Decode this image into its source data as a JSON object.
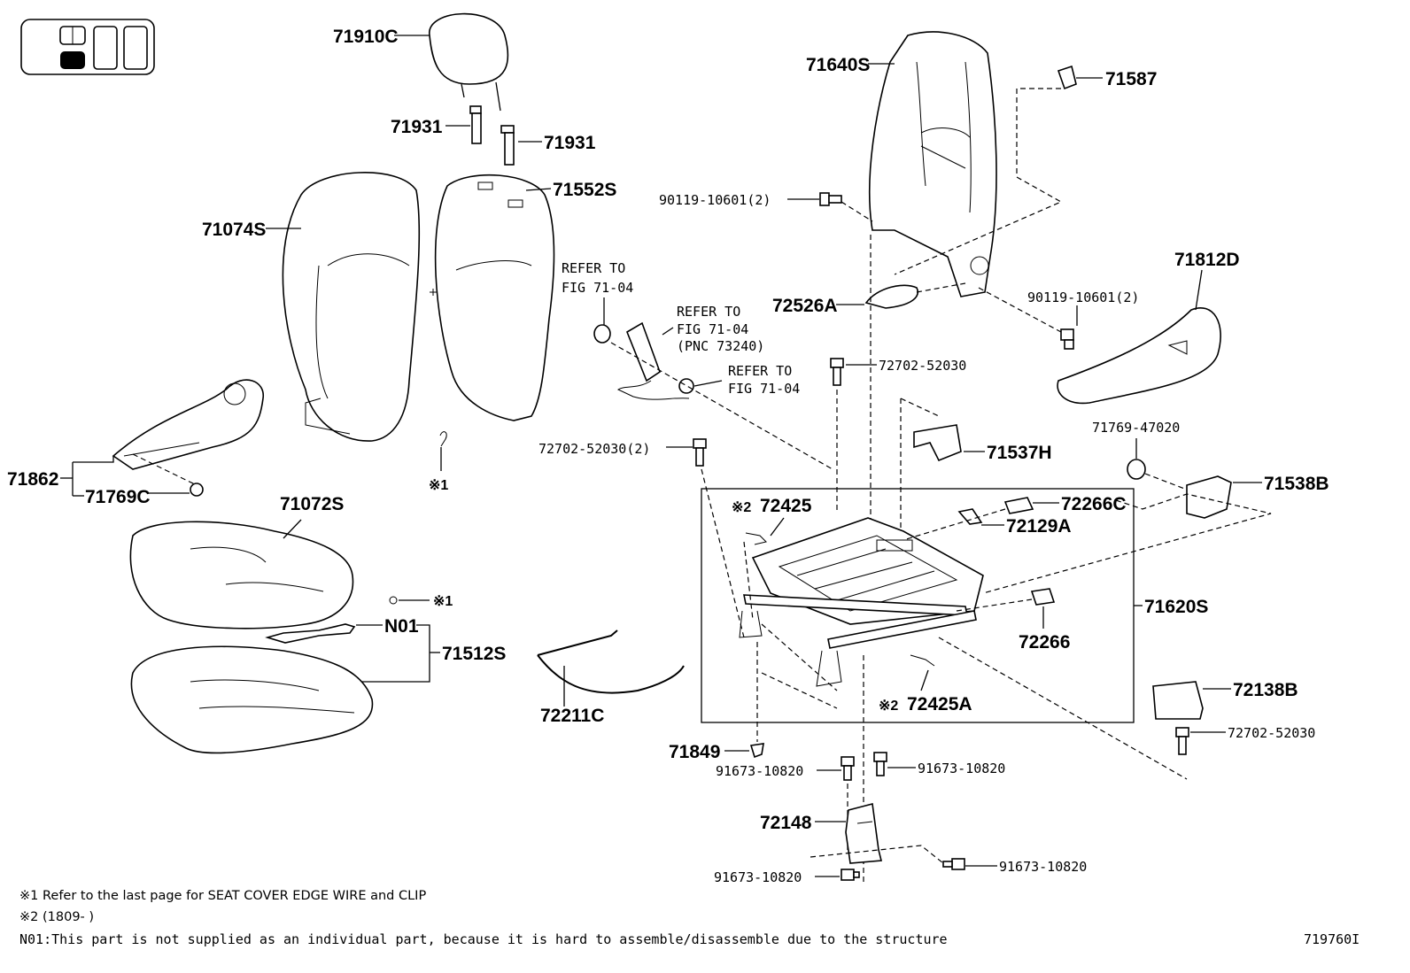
{
  "labels": {
    "headrest": "71910C",
    "support_left": "71931",
    "support_right": "71931",
    "back_cover": "71074S",
    "back_pad": "71552S",
    "seat_cushion_cover": "71072S",
    "side_shield": "71862",
    "clip_side": "71769C",
    "cushion_pad": "71512S",
    "n01": "N01",
    "edge_wire": "72211C",
    "back_frame": "71640S",
    "lock_cover": "71587",
    "bolt_back_upper": "90119-10601(2)",
    "bolt_back_lower": "90119-10601(2)",
    "recliner_cover": "71812D",
    "knob": "72526A",
    "bolt_72702_a": "72702-52030",
    "bolt_72702_b": "72702-52030(2)",
    "bolt_72702_c": "72702-52030",
    "clip_71769": "71769-47020",
    "bracket_71537": "71537H",
    "bracket_71538": "71538B",
    "spring_72425": "72425",
    "spring_72425a": "72425A",
    "hook_72266c": "72266C",
    "hook_72129a": "72129A",
    "hook_72266": "72266",
    "frame_assy": "71620S",
    "cover_72138": "72138B",
    "clip_71849": "71849",
    "bolt_91673_a": "91673-10820",
    "bolt_91673_b": "91673-10820",
    "bolt_91673_c": "91673-10820",
    "bolt_91673_d": "91673-10820",
    "leg": "72148"
  },
  "refer": {
    "fig_a_line1": "REFER TO",
    "fig_a_line2": "FIG 71-04",
    "fig_b_line1": "REFER TO",
    "fig_b_line2": "FIG 71-04",
    "fig_b_line3": "(PNC 73240)",
    "fig_c_line1": "REFER TO",
    "fig_c_line2": "FIG 71-04"
  },
  "marks": {
    "note1_mark_a": "※1",
    "note1_mark_b": "※1",
    "note2_mark_a": "※2",
    "note2_mark_b": "※2"
  },
  "notes": {
    "note1": "※1 Refer to the last page for SEAT COVER EDGE WIRE and CLIP",
    "note2": "※2 (1809-        )",
    "n01": "N01:This part is not supplied as an individual part, because it is hard to assemble/disassemble due to the structure",
    "figure_id": "719760I"
  },
  "icons": {
    "locator": "seat-position-locator-icon"
  }
}
